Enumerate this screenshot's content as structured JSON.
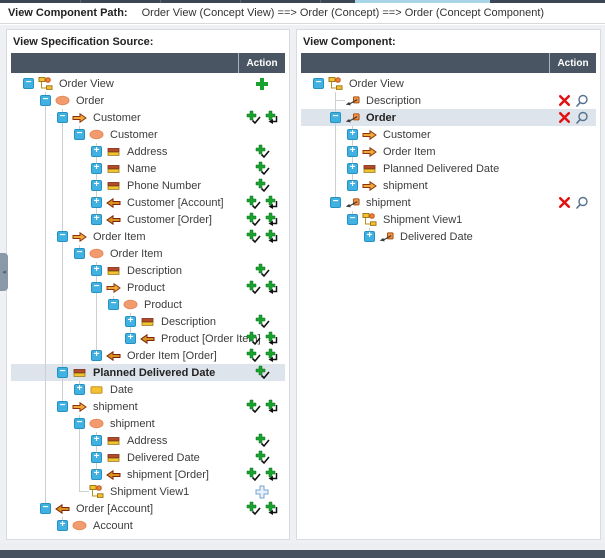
{
  "path_bar": {
    "label": "View Component Path:",
    "path": "Order View (Concept View) ==> Order (Concept) ==> Order (Concept Component)"
  },
  "panels": [
    {
      "title": "View Specification Source:",
      "action_header": "Action",
      "rows": [
        {
          "label": "Order View",
          "level": 0,
          "icon": "view-icon",
          "expander": "minus",
          "actions": [
            "add-plus-icon"
          ]
        },
        {
          "label": "Order",
          "level": 1,
          "icon": "concept-icon",
          "expander": "minus",
          "actions": []
        },
        {
          "label": "Customer",
          "level": 2,
          "icon": "relation-right-icon",
          "expander": "minus",
          "actions": [
            "apply-check-icon",
            "apply-copy-icon"
          ]
        },
        {
          "label": "Customer",
          "level": 3,
          "icon": "concept-icon",
          "expander": "minus",
          "actions": []
        },
        {
          "label": "Address",
          "level": 4,
          "icon": "attribute-icon",
          "expander": "plus",
          "actions": [
            "apply-check-icon"
          ]
        },
        {
          "label": "Name",
          "level": 4,
          "icon": "attribute-icon",
          "expander": "plus",
          "actions": [
            "apply-check-icon"
          ]
        },
        {
          "label": "Phone Number",
          "level": 4,
          "icon": "attribute-icon",
          "expander": "plus",
          "actions": [
            "apply-check-icon"
          ]
        },
        {
          "label": "Customer [Account]",
          "level": 4,
          "icon": "relation-left-icon",
          "expander": "plus",
          "actions": [
            "apply-check-icon",
            "apply-copy-icon"
          ]
        },
        {
          "label": "Customer [Order]",
          "level": 4,
          "icon": "relation-left-icon",
          "expander": "plus",
          "actions": [
            "apply-check-icon",
            "apply-copy-icon"
          ]
        },
        {
          "label": "Order Item",
          "level": 2,
          "icon": "relation-right-icon",
          "expander": "minus",
          "actions": [
            "apply-check-icon",
            "apply-copy-icon"
          ]
        },
        {
          "label": "Order Item",
          "level": 3,
          "icon": "concept-icon",
          "expander": "minus",
          "actions": []
        },
        {
          "label": "Description",
          "level": 4,
          "icon": "attribute-icon",
          "expander": "plus",
          "actions": [
            "apply-check-icon"
          ]
        },
        {
          "label": "Product",
          "level": 4,
          "icon": "relation-right-icon",
          "expander": "minus",
          "actions": [
            "apply-check-icon",
            "apply-copy-icon"
          ]
        },
        {
          "label": "Product",
          "level": 5,
          "icon": "concept-icon",
          "expander": "minus",
          "actions": []
        },
        {
          "label": "Description",
          "level": 6,
          "icon": "attribute-icon",
          "expander": "plus",
          "actions": [
            "apply-check-icon"
          ]
        },
        {
          "label": "Product [Order Item]",
          "level": 6,
          "icon": "relation-left-icon",
          "expander": "plus",
          "actions": [
            "apply-check-icon",
            "apply-copy-icon"
          ]
        },
        {
          "label": "Order Item [Order]",
          "level": 4,
          "icon": "relation-left-icon",
          "expander": "plus",
          "actions": [
            "apply-check-icon",
            "apply-copy-icon"
          ]
        },
        {
          "label": "Planned Delivered Date",
          "level": 2,
          "icon": "attribute-icon",
          "expander": "minus",
          "actions": [
            "apply-check-icon"
          ],
          "highlight": true,
          "bold": true
        },
        {
          "label": "Date",
          "level": 3,
          "icon": "domain-icon",
          "expander": "plus",
          "actions": []
        },
        {
          "label": "shipment",
          "level": 2,
          "icon": "relation-right-icon",
          "expander": "minus",
          "actions": [
            "apply-check-icon",
            "apply-copy-icon"
          ]
        },
        {
          "label": "shipment",
          "level": 3,
          "icon": "concept-icon",
          "expander": "minus",
          "actions": []
        },
        {
          "label": "Address",
          "level": 4,
          "icon": "attribute-icon",
          "expander": "plus",
          "actions": [
            "apply-check-icon"
          ]
        },
        {
          "label": "Delivered Date",
          "level": 4,
          "icon": "attribute-icon",
          "expander": "plus",
          "actions": [
            "apply-check-icon"
          ]
        },
        {
          "label": "shipment [Order]",
          "level": 4,
          "icon": "relation-left-icon",
          "expander": "plus",
          "actions": [
            "apply-check-icon",
            "apply-copy-icon"
          ]
        },
        {
          "label": "Shipment View1",
          "level": 3,
          "icon": "view-icon",
          "expander": "none",
          "actions": [
            "add-plus-outline-icon"
          ]
        },
        {
          "label": "Order [Account]",
          "level": 1,
          "icon": "relation-left-icon",
          "expander": "minus",
          "actions": [
            "apply-check-icon",
            "apply-copy-icon"
          ]
        },
        {
          "label": "Account",
          "level": 2,
          "icon": "concept-icon",
          "expander": "plus",
          "actions": []
        }
      ]
    },
    {
      "title": "View Component:",
      "action_header": "Action",
      "rows": [
        {
          "label": "Order View",
          "level": 0,
          "icon": "view-icon",
          "expander": "minus",
          "actions": []
        },
        {
          "label": "Description",
          "level": 1,
          "icon": "component-icon",
          "expander": "none",
          "actions": [
            "delete-x-icon",
            "magnifier-icon"
          ]
        },
        {
          "label": "Order",
          "level": 1,
          "icon": "component-icon",
          "expander": "minus",
          "actions": [
            "delete-x-icon",
            "magnifier-icon"
          ],
          "highlight": true,
          "bold": true
        },
        {
          "label": "Customer",
          "level": 2,
          "icon": "relation-right-icon",
          "expander": "plus",
          "actions": []
        },
        {
          "label": "Order Item",
          "level": 2,
          "icon": "relation-right-icon",
          "expander": "plus",
          "actions": []
        },
        {
          "label": "Planned Delivered Date",
          "level": 2,
          "icon": "attribute-icon",
          "expander": "plus",
          "actions": []
        },
        {
          "label": "shipment",
          "level": 2,
          "icon": "relation-right-icon",
          "expander": "plus",
          "actions": []
        },
        {
          "label": "shipment",
          "level": 1,
          "icon": "component-icon",
          "expander": "minus",
          "actions": [
            "delete-x-icon",
            "magnifier-icon"
          ]
        },
        {
          "label": "Shipment View1",
          "level": 2,
          "icon": "view-icon",
          "expander": "minus",
          "actions": []
        },
        {
          "label": "Delivered Date",
          "level": 3,
          "icon": "component-icon",
          "expander": "plus",
          "actions": []
        }
      ]
    }
  ],
  "colors": {
    "header_bar": "#4a5563",
    "highlight_row": "#dde4eb",
    "expander_blue": "#41b1e2",
    "action_green": "#1aa22f",
    "action_red": "#e01212",
    "concept_orange": "#f19b6f",
    "attribute_yellow": "#f2c230"
  }
}
